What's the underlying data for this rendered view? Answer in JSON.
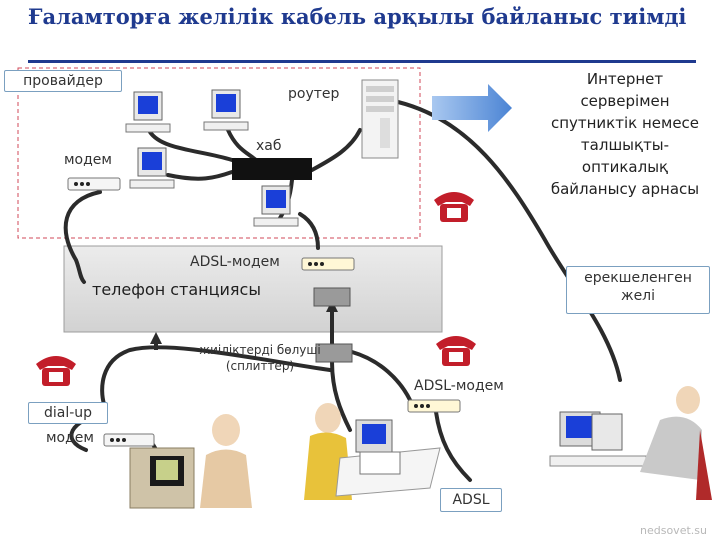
{
  "title": "Ғаламторға желілік кабель арқылы байланыс тиімді",
  "labels": {
    "provider": "провайдер",
    "router": "роутер",
    "modem": "модем",
    "hub": "хаб",
    "adsl_modem_station": "ADSL-модем",
    "phone_station": "телефон станциясы",
    "splitter": "жиіліктерді бөлуші (сплиттер)",
    "dialup": "dial-up",
    "dialup_modem": "модем",
    "adsl_modem_client": "ADSL-модем",
    "adsl": "ADSL",
    "dedicated_line": "ерекшеленген желі",
    "internet_server_text": "Интернет серверімен спутниктік немесе талшықты-оптикалық байланысу арнасы",
    "watermark": "nedsovet.su"
  },
  "colors": {
    "title": "#1f3a8f",
    "station_fill": "#dcdcdc",
    "cable": "#2b2b2b",
    "phone": "#c21e2a",
    "arrow": "#5b8fd6",
    "callout_border": "#7ba0c0"
  },
  "icons": [
    "computer-icon",
    "server-icon",
    "hub-icon",
    "modem-icon",
    "telephone-icon",
    "splitter-icon",
    "user-icon",
    "arrow-icon"
  ]
}
